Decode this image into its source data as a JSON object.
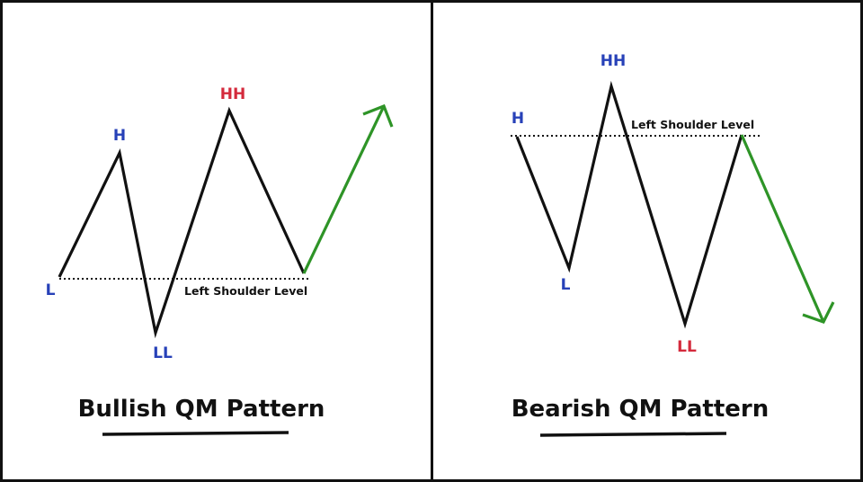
{
  "colors": {
    "line": "#111111",
    "arrow": "#2e9427",
    "label_blue": "#2741b8",
    "label_red": "#d42a3c",
    "border": "#111111",
    "background": "#ffffff"
  },
  "panels": [
    {
      "id": "bullish",
      "title": "Bullish QM Pattern",
      "level_label": "Left Shoulder Level",
      "points": {
        "L": "L",
        "H": "H",
        "LL": "LL",
        "HH": "HH"
      },
      "point_colors": {
        "L": "blue",
        "H": "blue",
        "LL": "blue",
        "HH": "red"
      },
      "arrow_direction": "up"
    },
    {
      "id": "bearish",
      "title": "Bearish QM Pattern",
      "level_label": "Left Shoulder Level",
      "points": {
        "H": "H",
        "L": "L",
        "HH": "HH",
        "LL": "LL"
      },
      "point_colors": {
        "H": "blue",
        "L": "blue",
        "HH": "blue",
        "LL": "red"
      },
      "arrow_direction": "down"
    }
  ]
}
